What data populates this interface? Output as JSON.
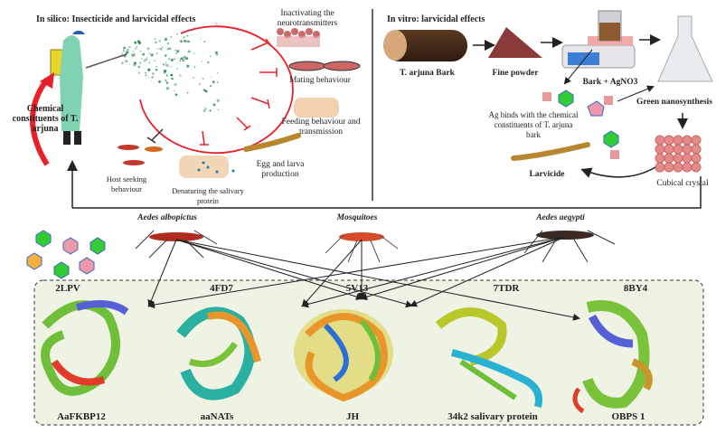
{
  "in_silico": {
    "title": "In silico: Insecticide and larvicidal effects",
    "chemical_label": "Chemical constituents of T. arjuna",
    "effects": [
      "Inactivating the neurotransmitters",
      "Mating behaviour",
      "Feeding behaviour and transmission",
      "Egg and larva production",
      "Denaturing the salivary protein",
      "Host seeking behaviour"
    ]
  },
  "in_vitro": {
    "title": "In vitro:  larvicidal effects",
    "steps": [
      "T. arjuna Bark",
      "Fine powder",
      "Bark + AgNO3",
      "Green nanosynthesis",
      "Cubical crystal",
      "Larvicide"
    ],
    "ag_binding": "Ag binds with the chemical constituents of T. arjuna bark"
  },
  "mosquitoes": {
    "left": "Aedes albopictus",
    "center": "Mosquitoes",
    "right": "Aedes aegypti"
  },
  "proteins": [
    {
      "pdb": "2LPV",
      "name": "AaFKBP12"
    },
    {
      "pdb": "4FD7",
      "name": "aaNATs"
    },
    {
      "pdb": "5V13",
      "name": "JH"
    },
    {
      "pdb": "7TDR",
      "name": "34k2 salivary protein"
    },
    {
      "pdb": "8BY4",
      "name": "OBPS 1"
    }
  ],
  "colors": {
    "inhibition": "#e8202a",
    "panel_fill": "#eef3e4",
    "arrow": "#222222"
  }
}
